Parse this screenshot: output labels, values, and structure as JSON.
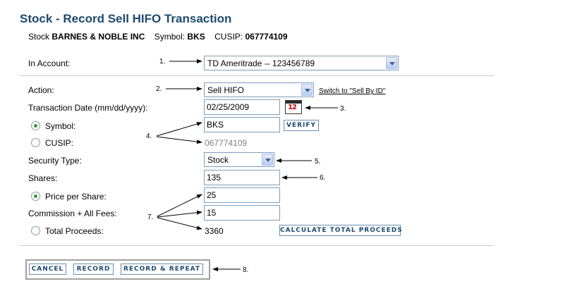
{
  "page": {
    "title": "Stock - Record Sell HIFO Transaction",
    "stock_label": "Stock",
    "stock_name": "BARNES & NOBLE INC",
    "symbol_label": "Symbol:",
    "symbol_value": "BKS",
    "cusip_label": "CUSIP:",
    "cusip_value": "067774109"
  },
  "form": {
    "account_label": "In Account:",
    "account_value": "TD Ameritrade -- 123456789",
    "action_label": "Action:",
    "action_value": "Sell HIFO",
    "switch_link": "Switch to \"Sell By ID\"",
    "date_label": "Transaction Date (mm/dd/yyyy):",
    "date_value": "02/25/2009",
    "calendar_icon_text": "12",
    "symbol_radio_label": "Symbol:",
    "symbol_input": "BKS",
    "verify_button": "VERIFY",
    "cusip_radio_label": "CUSIP:",
    "cusip_input": "067774109",
    "security_type_label": "Security Type:",
    "security_type_value": "Stock",
    "shares_label": "Shares:",
    "shares_value": "135",
    "price_label": "Price per Share:",
    "price_value": "25",
    "commission_label": "Commission + All Fees:",
    "commission_value": "15",
    "proceeds_label": "Total Proceeds:",
    "proceeds_value": "3360",
    "calculate_button": "CALCULATE TOTAL PROCEEDS"
  },
  "buttons": {
    "cancel": "CANCEL",
    "record": "RECORD",
    "record_repeat": "RECORD & REPEAT"
  },
  "callouts": {
    "n1": "1.",
    "n2": "2.",
    "n3": "3.",
    "n4": "4.",
    "n5": "5.",
    "n6": "6.",
    "n7": "7.",
    "n8": "8."
  },
  "colors": {
    "title": "#1c4a6e",
    "radio_selected": "#2e9a3a",
    "button_text": "#1c4a6e"
  }
}
